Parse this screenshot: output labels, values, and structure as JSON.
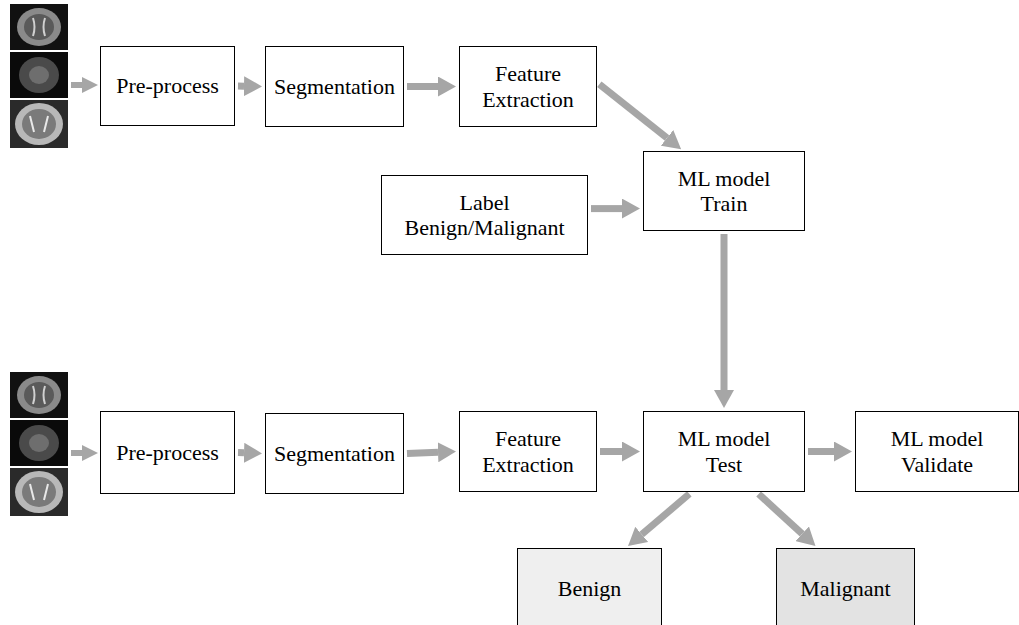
{
  "diagram": {
    "nodes": [
      {
        "text": [
          "Pre-process"
        ]
      },
      {
        "text": [
          "Segmentation"
        ]
      },
      {
        "text": [
          "Feature Extraction"
        ]
      },
      {
        "text": [
          "Label Benign/Malignant"
        ]
      },
      {
        "text": [
          "ML model Train"
        ]
      },
      {
        "text": [
          "Pre-process"
        ]
      },
      {
        "text": [
          "Segmentation"
        ]
      },
      {
        "text": [
          "Feature Extraction"
        ]
      },
      {
        "text": [
          "ML model Test"
        ]
      },
      {
        "text": [
          "ML model Validate"
        ]
      },
      {
        "text": [
          "Benign"
        ]
      },
      {
        "text": [
          "Malignant"
        ]
      }
    ],
    "edges": [
      {
        "from": 0,
        "to": 1,
        "arrow": "to"
      },
      {
        "from": 1,
        "to": 2,
        "arrow": "to"
      },
      {
        "from": 2,
        "to": 4,
        "arrow": "to"
      },
      {
        "from": 3,
        "to": 4,
        "arrow": "to"
      },
      {
        "from": 4,
        "to": 8,
        "arrow": "to"
      },
      {
        "from": 5,
        "to": 6,
        "arrow": "to"
      },
      {
        "from": 6,
        "to": 7,
        "arrow": "to"
      },
      {
        "from": 7,
        "to": 8,
        "arrow": "to"
      },
      {
        "from": 8,
        "to": 9,
        "arrow": "to"
      },
      {
        "from": 8,
        "to": 10,
        "arrow": "to"
      },
      {
        "from": 8,
        "to": 11,
        "arrow": "to"
      }
    ]
  }
}
